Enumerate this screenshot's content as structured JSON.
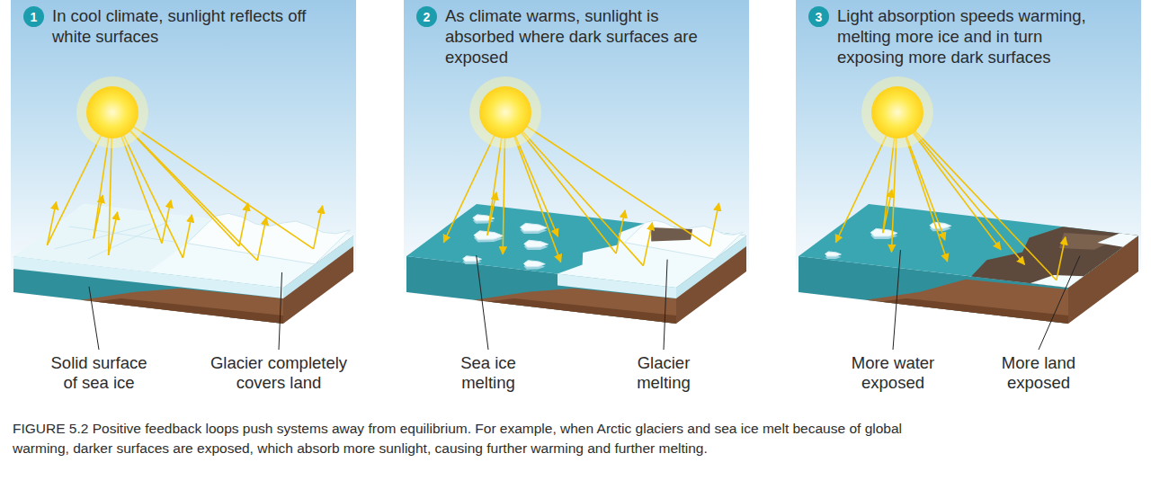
{
  "diagram": {
    "caption": "FIGURE 5.2 Positive feedback loops push systems away from equilibrium. For example, when Arctic glaciers and sea ice melt because of global warming, darker surfaces are exposed, which absorb more sunlight, causing further warming and further melting.",
    "nodes": [
      {
        "text": [
          "In cool climate, sunlight reflects off white surfaces"
        ]
      },
      {
        "text": [
          "1"
        ],
        "in": 0
      },
      {
        "text": [
          "As climate warms, sunlight is absorbed where dark surfaces are exposed"
        ]
      },
      {
        "text": [
          "2"
        ],
        "in": 2
      },
      {
        "text": [
          "Light absorption speeds warming, melting more ice and in turn exposing more dark surfaces"
        ]
      },
      {
        "text": [
          "3"
        ],
        "in": 4
      }
    ],
    "labels": [
      "Solid surface of sea ice",
      "Glacier completely covers land",
      "Sea ice melting",
      "Glacier melting",
      "More water exposed",
      "More land exposed"
    ]
  }
}
